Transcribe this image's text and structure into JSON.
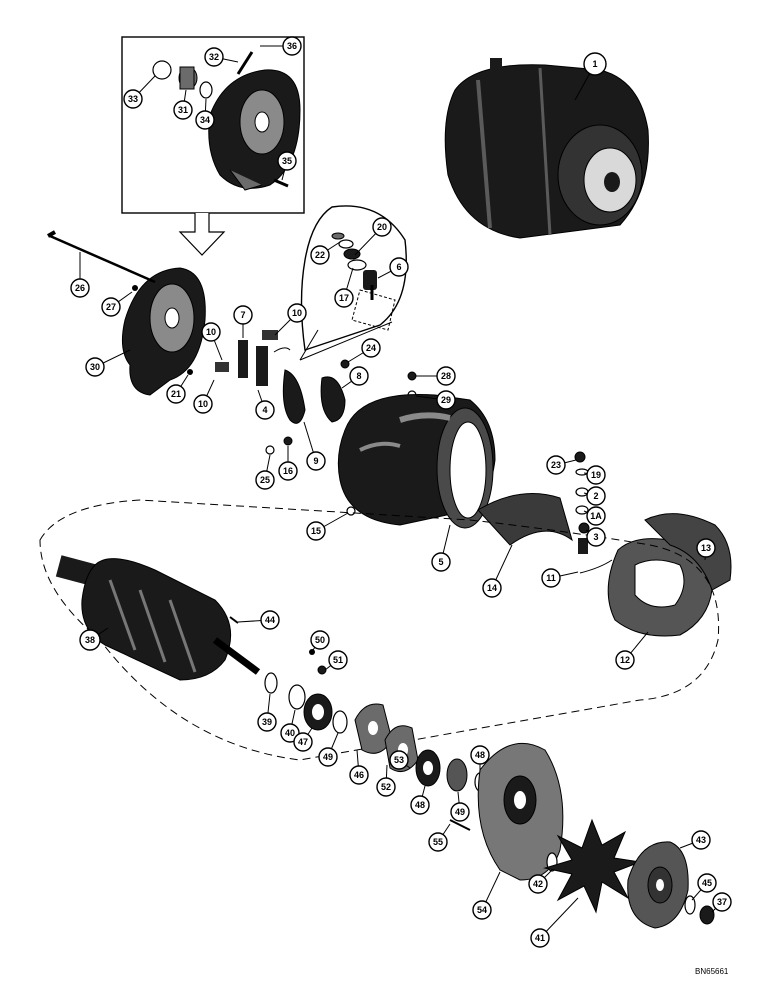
{
  "drawing_code": "BN65661",
  "callouts": [
    {
      "id": "1",
      "label": "1"
    },
    {
      "id": "2",
      "label": "2"
    },
    {
      "id": "1A",
      "label": "1A"
    },
    {
      "id": "3",
      "label": "3"
    },
    {
      "id": "4",
      "label": "4"
    },
    {
      "id": "5",
      "label": "5"
    },
    {
      "id": "6",
      "label": "6"
    },
    {
      "id": "7",
      "label": "7"
    },
    {
      "id": "8",
      "label": "8"
    },
    {
      "id": "9",
      "label": "9"
    },
    {
      "id": "10a",
      "label": "10"
    },
    {
      "id": "10b",
      "label": "10"
    },
    {
      "id": "10c",
      "label": "10"
    },
    {
      "id": "11",
      "label": "11"
    },
    {
      "id": "12",
      "label": "12"
    },
    {
      "id": "13",
      "label": "13"
    },
    {
      "id": "14",
      "label": "14"
    },
    {
      "id": "15",
      "label": "15"
    },
    {
      "id": "16",
      "label": "16"
    },
    {
      "id": "17",
      "label": "17"
    },
    {
      "id": "19",
      "label": "19"
    },
    {
      "id": "20",
      "label": "20"
    },
    {
      "id": "21",
      "label": "21"
    },
    {
      "id": "22",
      "label": "22"
    },
    {
      "id": "23",
      "label": "23"
    },
    {
      "id": "24",
      "label": "24"
    },
    {
      "id": "25",
      "label": "25"
    },
    {
      "id": "26",
      "label": "26"
    },
    {
      "id": "27",
      "label": "27"
    },
    {
      "id": "28",
      "label": "28"
    },
    {
      "id": "29",
      "label": "29"
    },
    {
      "id": "30",
      "label": "30"
    },
    {
      "id": "31",
      "label": "31"
    },
    {
      "id": "32",
      "label": "32"
    },
    {
      "id": "33",
      "label": "33"
    },
    {
      "id": "34",
      "label": "34"
    },
    {
      "id": "35",
      "label": "35"
    },
    {
      "id": "36",
      "label": "36"
    },
    {
      "id": "37",
      "label": "37"
    },
    {
      "id": "38",
      "label": "38"
    },
    {
      "id": "39",
      "label": "39"
    },
    {
      "id": "40",
      "label": "40"
    },
    {
      "id": "41",
      "label": "41"
    },
    {
      "id": "42",
      "label": "42"
    },
    {
      "id": "43",
      "label": "43"
    },
    {
      "id": "44",
      "label": "44"
    },
    {
      "id": "45",
      "label": "45"
    },
    {
      "id": "46",
      "label": "46"
    },
    {
      "id": "47",
      "label": "47"
    },
    {
      "id": "48a",
      "label": "48"
    },
    {
      "id": "48b",
      "label": "48"
    },
    {
      "id": "49a",
      "label": "49"
    },
    {
      "id": "49b",
      "label": "49"
    },
    {
      "id": "50",
      "label": "50"
    },
    {
      "id": "51",
      "label": "51"
    },
    {
      "id": "52",
      "label": "52"
    },
    {
      "id": "53",
      "label": "53"
    },
    {
      "id": "54",
      "label": "54"
    },
    {
      "id": "55",
      "label": "55"
    }
  ]
}
